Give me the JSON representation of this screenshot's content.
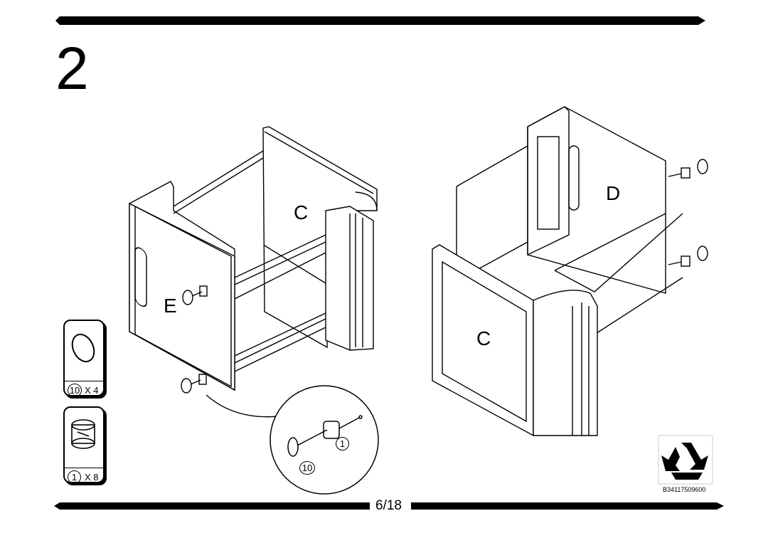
{
  "step": {
    "number": "2"
  },
  "parts": {
    "left_assembly": {
      "panel_e": "E",
      "panel_c": "C"
    },
    "right_assembly": {
      "panel_d": "D",
      "panel_c": "C"
    }
  },
  "hardware": [
    {
      "id": "10",
      "quantity": "X 4",
      "icon": "cam-cover-cap-icon"
    },
    {
      "id": "1",
      "quantity": "X 8",
      "icon": "cam-lock-fitting-icon"
    }
  ],
  "detail": {
    "callout_1": "1",
    "callout_10": "10"
  },
  "footer": {
    "page": "6/18",
    "article_code": "B34117509600",
    "recycle_icon": "recycle-icon"
  }
}
